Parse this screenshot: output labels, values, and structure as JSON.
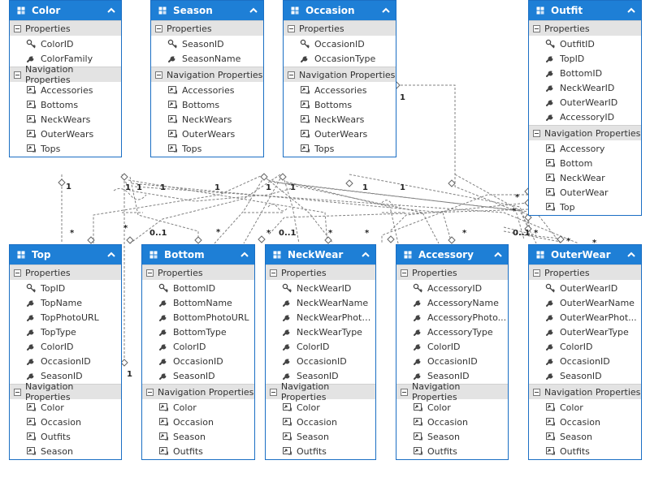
{
  "sections": {
    "properties": "Properties",
    "navigation": "Navigation Properties"
  },
  "entities": {
    "color": {
      "title": "Color",
      "properties": [
        "ColorID",
        "ColorFamily"
      ],
      "navigation": [
        "Accessories",
        "Bottoms",
        "NeckWears",
        "OuterWears",
        "Tops"
      ]
    },
    "season": {
      "title": "Season",
      "properties": [
        "SeasonID",
        "SeasonName"
      ],
      "navigation": [
        "Accessories",
        "Bottoms",
        "NeckWears",
        "OuterWears",
        "Tops"
      ]
    },
    "occasion": {
      "title": "Occasion",
      "properties": [
        "OccasionID",
        "OccasionType"
      ],
      "navigation": [
        "Accessories",
        "Bottoms",
        "NeckWears",
        "OuterWears",
        "Tops"
      ]
    },
    "outfit": {
      "title": "Outfit",
      "properties": [
        "OutfitID",
        "TopID",
        "BottomID",
        "NeckWearID",
        "OuterWearID",
        "AccessoryID"
      ],
      "navigation": [
        "Accessory",
        "Bottom",
        "NeckWear",
        "OuterWear",
        "Top"
      ]
    },
    "top": {
      "title": "Top",
      "properties": [
        "TopID",
        "TopName",
        "TopPhotoURL",
        "TopType",
        "ColorID",
        "OccasionID",
        "SeasonID"
      ],
      "navigation": [
        "Color",
        "Occasion",
        "Outfits",
        "Season"
      ]
    },
    "bottom": {
      "title": "Bottom",
      "properties": [
        "BottomID",
        "BottomName",
        "BottomPhotoURL",
        "BottomType",
        "ColorID",
        "OccasionID",
        "SeasonID"
      ],
      "navigation": [
        "Color",
        "Occasion",
        "Season",
        "Outfits"
      ]
    },
    "neckwear": {
      "title": "NeckWear",
      "properties": [
        "NeckWearID",
        "NeckWearName",
        "NeckWearPhoto...",
        "NeckWearType",
        "ColorID",
        "OccasionID",
        "SeasonID"
      ],
      "navigation": [
        "Color",
        "Occasion",
        "Season",
        "Outfits"
      ]
    },
    "accessory": {
      "title": "Accessory",
      "properties": [
        "AccessoryID",
        "AccessoryName",
        "AccessoryPhoto...",
        "AccessoryType",
        "ColorID",
        "OccasionID",
        "SeasonID"
      ],
      "navigation": [
        "Color",
        "Occasion",
        "Season",
        "Outfits"
      ]
    },
    "outerwear": {
      "title": "OuterWear",
      "properties": [
        "OuterWearID",
        "OuterWearName",
        "OuterWearPhot...",
        "OuterWearType",
        "ColorID",
        "OccasionID",
        "SeasonID"
      ],
      "navigation": [
        "Color",
        "Occasion",
        "Season",
        "Outfits"
      ]
    }
  },
  "multiplicities": [
    {
      "id": "m1",
      "text": "1"
    },
    {
      "id": "m2",
      "text": "1"
    },
    {
      "id": "m3",
      "text": "1"
    },
    {
      "id": "m4",
      "text": "1"
    },
    {
      "id": "m5",
      "text": "1"
    },
    {
      "id": "m6",
      "text": "1"
    },
    {
      "id": "m7",
      "text": "1"
    },
    {
      "id": "m8",
      "text": "1"
    },
    {
      "id": "m9",
      "text": "1"
    },
    {
      "id": "m10",
      "text": "1"
    },
    {
      "id": "m11",
      "text": "1"
    },
    {
      "id": "m12",
      "text": "0..1"
    },
    {
      "id": "m13",
      "text": "0..1"
    },
    {
      "id": "m14",
      "text": "0..1"
    },
    {
      "id": "m15",
      "text": "*"
    },
    {
      "id": "m16",
      "text": "*"
    },
    {
      "id": "m17",
      "text": "*"
    },
    {
      "id": "m18",
      "text": "*"
    },
    {
      "id": "m19",
      "text": "*"
    },
    {
      "id": "m20",
      "text": "*"
    },
    {
      "id": "m21",
      "text": "*"
    },
    {
      "id": "m22",
      "text": "*"
    },
    {
      "id": "m23",
      "text": "*"
    },
    {
      "id": "m24",
      "text": "*"
    },
    {
      "id": "m25",
      "text": "*"
    },
    {
      "id": "m26",
      "text": "*"
    }
  ]
}
